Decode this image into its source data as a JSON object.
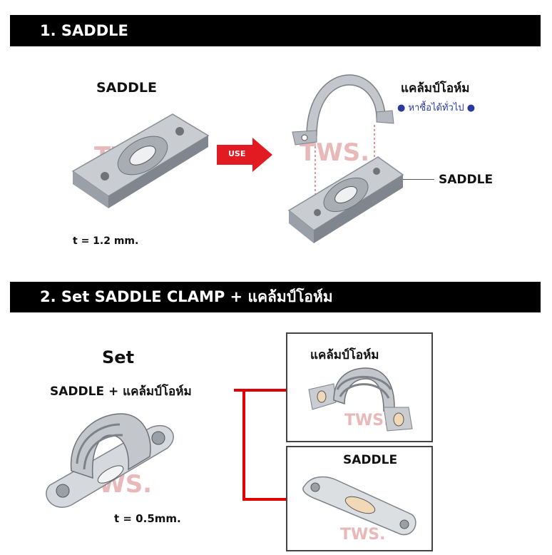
{
  "section1": {
    "heading": "1. SADDLE",
    "saddle_title": "SADDLE",
    "thickness": "t = 1.2 mm.",
    "use_label": "USE",
    "clamp_label": "แคล้มป์โอห์ม",
    "clamp_note": "หาซื้อได้ทั่วไป",
    "saddle_callout": "SADDLE",
    "watermark": "TWS."
  },
  "section2": {
    "heading": "2. Set   SADDLE CLAMP + แคล้มป์โอห์ม",
    "set_title": "Set",
    "set_caption": "SADDLE  + แคล้มป์โอห์ม",
    "thickness": "t = 0.5mm.",
    "box_top_label": "แคล้มป์โอห์ม",
    "box_bottom_label": "SADDLE",
    "watermark": "TWS."
  },
  "colors": {
    "banner": "#000000",
    "arrow": "#e21b23",
    "connector": "#e00000",
    "note_dot": "#2b3a9a",
    "metal": "#b8bcc2"
  }
}
